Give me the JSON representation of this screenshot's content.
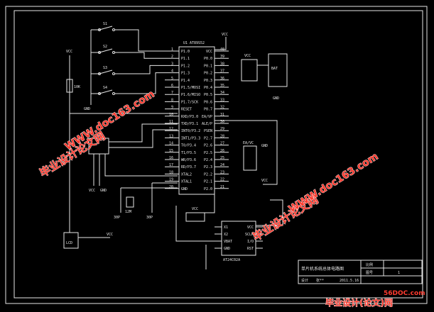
{
  "drawing": {
    "mcu": {
      "part": "AT89S52",
      "ref": "U1",
      "left_pins": [
        {
          "num": "1",
          "name": "P1.0"
        },
        {
          "num": "2",
          "name": "P1.1"
        },
        {
          "num": "3",
          "name": "P1.2"
        },
        {
          "num": "4",
          "name": "P1.3"
        },
        {
          "num": "5",
          "name": "P1.4"
        },
        {
          "num": "6",
          "name": "P1.5/MOSI"
        },
        {
          "num": "7",
          "name": "P1.6/MISO"
        },
        {
          "num": "8",
          "name": "P1.7/SCK"
        },
        {
          "num": "9",
          "name": "RESET"
        },
        {
          "num": "10",
          "name": "RXD/P3.0"
        },
        {
          "num": "11",
          "name": "TXD/P3.1"
        },
        {
          "num": "12",
          "name": "INT0/P3.2"
        },
        {
          "num": "13",
          "name": "INT1/P3.3"
        },
        {
          "num": "14",
          "name": "T0/P3.4"
        },
        {
          "num": "15",
          "name": "T1/P3.5"
        },
        {
          "num": "16",
          "name": "WR/P3.6"
        },
        {
          "num": "17",
          "name": "RD/P3.7"
        },
        {
          "num": "18",
          "name": "XTAL2"
        },
        {
          "num": "19",
          "name": "XTAL1"
        },
        {
          "num": "20",
          "name": "GND"
        }
      ],
      "right_pins": [
        {
          "num": "40",
          "name": "VCC"
        },
        {
          "num": "39",
          "name": "P0.0"
        },
        {
          "num": "38",
          "name": "P0.1"
        },
        {
          "num": "37",
          "name": "P0.2"
        },
        {
          "num": "36",
          "name": "P0.3"
        },
        {
          "num": "35",
          "name": "P0.4"
        },
        {
          "num": "34",
          "name": "P0.5"
        },
        {
          "num": "33",
          "name": "P0.6"
        },
        {
          "num": "32",
          "name": "P0.7"
        },
        {
          "num": "31",
          "name": "EA/VP"
        },
        {
          "num": "30",
          "name": "ALE/P"
        },
        {
          "num": "29",
          "name": "PSEN"
        },
        {
          "num": "28",
          "name": "P2.7"
        },
        {
          "num": "27",
          "name": "P2.6"
        },
        {
          "num": "26",
          "name": "P2.5"
        },
        {
          "num": "25",
          "name": "P2.4"
        },
        {
          "num": "24",
          "name": "P2.3"
        },
        {
          "num": "23",
          "name": "P2.2"
        },
        {
          "num": "22",
          "name": "P2.1"
        },
        {
          "num": "21",
          "name": "P2.0"
        }
      ]
    },
    "switches": [
      "S1",
      "S2",
      "S3",
      "S4"
    ],
    "labels": {
      "vcc": "VCC",
      "gnd": "GND",
      "r1": "10K",
      "rtc_part": "AT24C02A",
      "ea_vc": "EA/VC",
      "cap": "30P",
      "crystal": "12M",
      "lcd": "LCD",
      "bat": "BAT"
    },
    "rtc_pins_left": [
      "X1",
      "X2",
      "VBAT",
      "GND"
    ],
    "rtc_pins_right": [
      "VCC",
      "SCLK",
      "I/O",
      "RST"
    ],
    "title_block": {
      "drawing_title": "单片机系统总体电路图",
      "designer_label": "设计",
      "designer": "张**",
      "date": "2011.5.16",
      "right_top": "比例",
      "right_mid": "图号",
      "sheet": "1"
    }
  },
  "watermarks": {
    "brand": "毕业设计论文网",
    "url": "WWW.doc163.com",
    "site": "56DOC.com",
    "site_cn": "毕业设计(论文)网"
  }
}
